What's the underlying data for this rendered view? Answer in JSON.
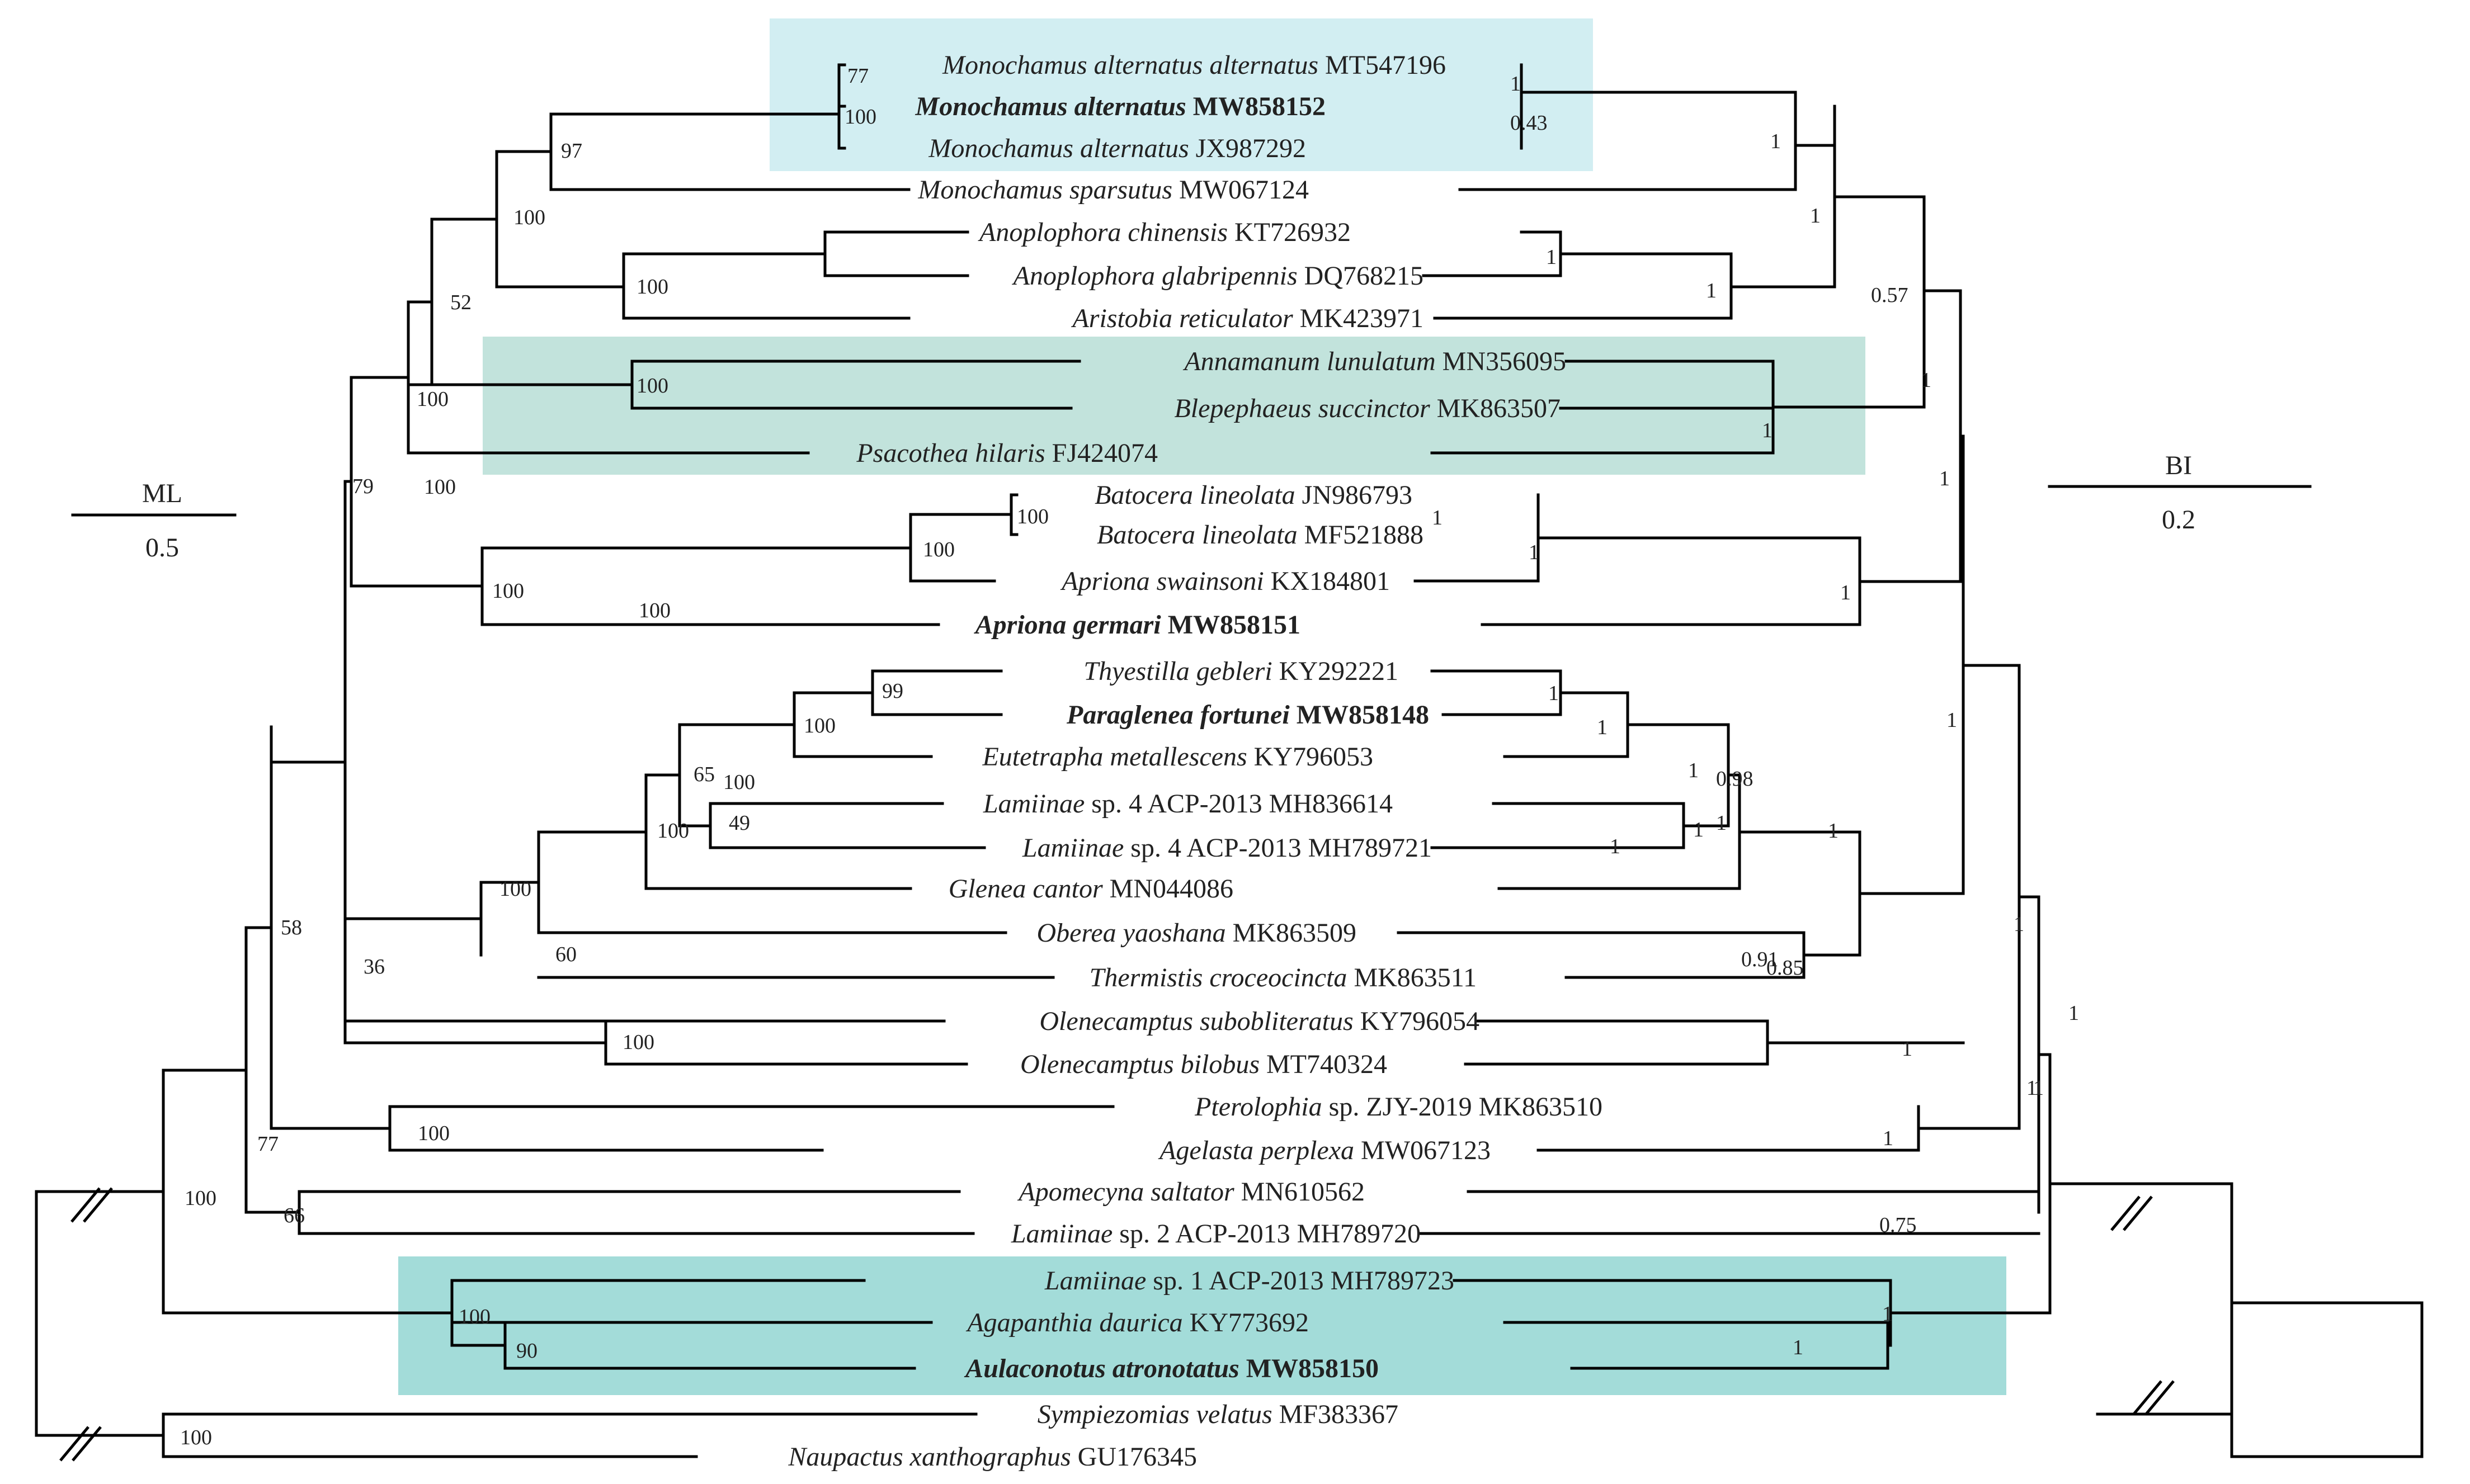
{
  "colors": {
    "highlight_light": "#d2eef2",
    "highlight_mid": "#c2e3dc",
    "highlight_dark": "#a3dcd9",
    "branch": "#000000"
  },
  "taxa": [
    {
      "name": "Monochamus alternatus alternatus",
      "accession": "MT547196",
      "bold": false
    },
    {
      "name": "Monochamus alternatus",
      "accession": "MW858152",
      "bold": true
    },
    {
      "name": "Monochamus alternatus",
      "accession": "JX987292",
      "bold": false
    },
    {
      "name": "Monochamus sparsutus",
      "accession": "MW067124",
      "bold": false
    },
    {
      "name": "Anoplophora chinensis",
      "accession": "KT726932",
      "bold": false
    },
    {
      "name": "Anoplophora glabripennis",
      "accession": "DQ768215",
      "bold": false
    },
    {
      "name": "Aristobia reticulator",
      "accession": "MK423971",
      "bold": false
    },
    {
      "name": "Annamanum lunulatum",
      "accession": "MN356095",
      "bold": false
    },
    {
      "name": "Blepephaeus succinctor",
      "accession": "MK863507",
      "bold": false
    },
    {
      "name": "Psacothea hilaris",
      "accession": "FJ424074",
      "bold": false
    },
    {
      "name": "Batocera lineolata",
      "accession": "JN986793",
      "bold": false
    },
    {
      "name": "Batocera lineolata",
      "accession": "MF521888",
      "bold": false
    },
    {
      "name": "Apriona swainsoni",
      "accession": "KX184801",
      "bold": false
    },
    {
      "name": "Apriona germari",
      "accession": "MW858151",
      "bold": true
    },
    {
      "name": "Thyestilla gebleri",
      "accession": "KY292221",
      "bold": false
    },
    {
      "name": "Paraglenea fortunei",
      "accession": "MW858148",
      "bold": true
    },
    {
      "name": "Eutetrapha metallescens",
      "accession": "KY796053",
      "bold": false
    },
    {
      "name": "Lamiinae",
      "rest": "sp. 4 ACP-2013 MH836614",
      "bold": false
    },
    {
      "name": "Lamiinae",
      "rest": "sp. 4 ACP-2013 MH789721",
      "bold": false
    },
    {
      "name": "Glenea cantor",
      "accession": "MN044086",
      "bold": false
    },
    {
      "name": "Oberea yaoshana",
      "accession": "MK863509",
      "bold": false
    },
    {
      "name": "Thermistis croceocincta",
      "accession": "MK863511",
      "bold": false
    },
    {
      "name": "Olenecamptus subobliteratus",
      "accession": "KY796054",
      "bold": false
    },
    {
      "name": "Olenecamptus bilobus",
      "accession": "MT740324",
      "bold": false
    },
    {
      "name": "Pterolophia",
      "rest": "sp. ZJY-2019 MK863510",
      "bold": false
    },
    {
      "name": "Agelasta perplexa",
      "accession": "MW067123",
      "bold": false
    },
    {
      "name": "Apomecyna saltator",
      "accession": "MN610562",
      "bold": false
    },
    {
      "name": "Lamiinae",
      "rest": "sp. 2 ACP-2013 MH789720",
      "bold": false
    },
    {
      "name": "Lamiinae",
      "rest": "sp. 1 ACP-2013 MH789723",
      "bold": false
    },
    {
      "name": "Agapanthia daurica",
      "accession": "KY773692",
      "bold": false
    },
    {
      "name": "Aulaconotus atronotatus",
      "accession": "MW858150",
      "bold": true
    },
    {
      "name": "Sympiezomias velatus",
      "accession": "MF383367",
      "bold": false
    },
    {
      "name": "Naupactus xanthographus",
      "accession": "GU176345",
      "bold": false
    }
  ],
  "ml_support": [
    "77",
    "100",
    "97",
    "100",
    "100",
    "100",
    "52",
    "100",
    "100",
    "79",
    "100",
    "100",
    "100",
    "100",
    "99",
    "100",
    "100",
    "65",
    "49",
    "100",
    "100",
    "60",
    "36",
    "100",
    "58",
    "100",
    "77",
    "66",
    "100",
    "100",
    "90",
    "100"
  ],
  "bi_support": [
    "1",
    "0.43",
    "1",
    "1",
    "1",
    "1",
    "0.57",
    "1",
    "1",
    "1",
    "1",
    "1",
    "1",
    "1",
    "1",
    "1",
    "1",
    "1",
    "0.98",
    "1",
    "1",
    "1",
    "0.91",
    "0.85",
    "1",
    "1",
    "1",
    "1",
    "1",
    "1",
    "0.75",
    "1",
    "1"
  ],
  "scale": {
    "ml_label": "ML",
    "ml_value": "0.5",
    "bi_label": "BI",
    "bi_value": "0.2"
  }
}
